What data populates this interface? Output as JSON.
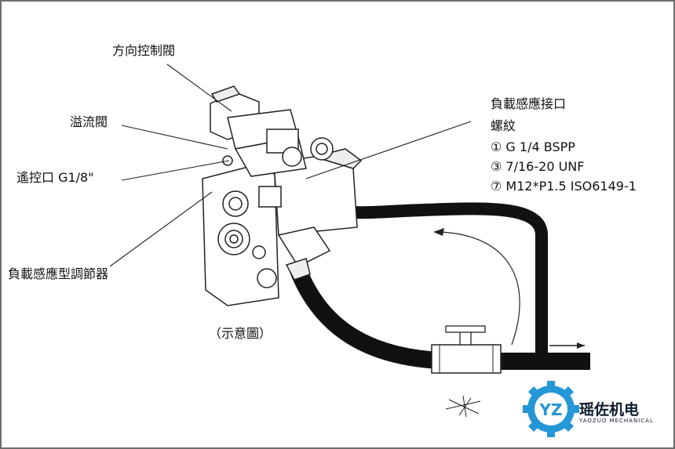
{
  "labels": {
    "directional_valve": "方向控制閥",
    "relief_valve": "溢流閥",
    "remote_port": "遙控口  G1/8\"",
    "load_sensing_regulator": "負載感應型調節器",
    "load_sensing_port_title": "負載感應接口",
    "thread_title": "螺紋",
    "thread_options": [
      "① G 1/4 BSPP",
      "③  7/16-20 UNF",
      "⑦  M12*P1.5 ISO6149-1"
    ],
    "caption": "（示意圖）"
  },
  "logo": {
    "brand_name": "瑶佐机电",
    "brand_sub": "YAOZUO MECHANICAL",
    "mark": "YZ",
    "colors": {
      "gear": "#2596d6",
      "text": "#0f1c2e"
    }
  }
}
